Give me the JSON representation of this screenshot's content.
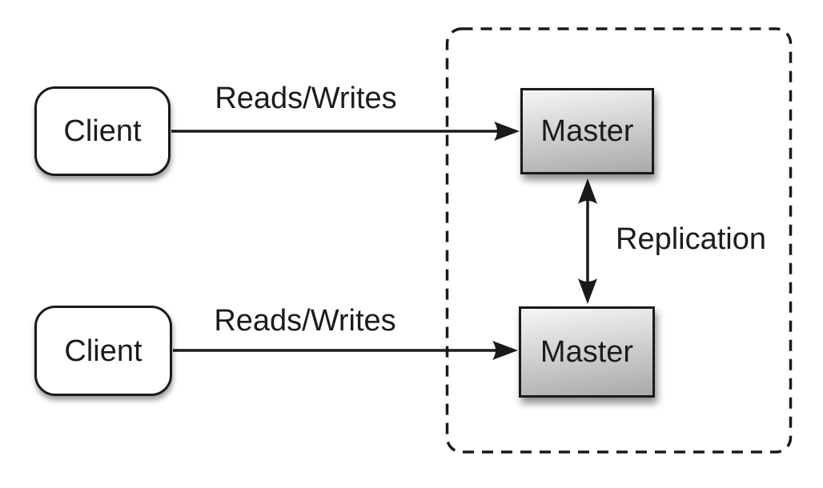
{
  "colors": {
    "canvas_bg": "#ffffff",
    "stroke": "#1a1a1a",
    "node_fill": "#ffffff",
    "master_grad_top": "#f6f6f6",
    "master_grad_bottom": "#a9a9a9",
    "text": "#1c1c1c"
  },
  "nodes": {
    "client_top": {
      "label": "Client"
    },
    "client_bottom": {
      "label": "Client"
    },
    "master_top": {
      "label": "Master"
    },
    "master_bottom": {
      "label": "Master"
    }
  },
  "edges": {
    "reads_writes_top": {
      "label": "Reads/Writes"
    },
    "reads_writes_bottom": {
      "label": "Reads/Writes"
    },
    "replication": {
      "label": "Replication"
    }
  }
}
